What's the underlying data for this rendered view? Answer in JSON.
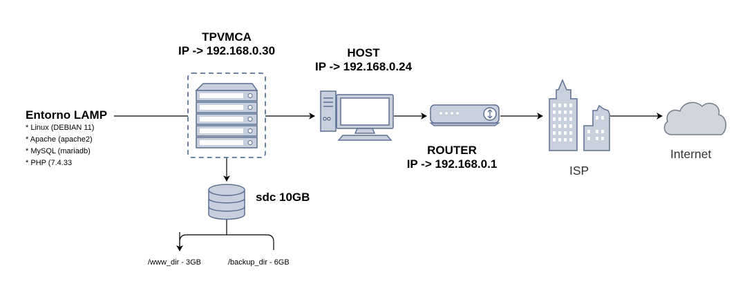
{
  "diagram": {
    "lamp": {
      "title": "Entorno LAMP",
      "items": [
        "* Linux (DEBIAN 11)",
        "* Apache (apache2)",
        "* MySQL (mariadb)",
        "* PHP (7.4.33"
      ]
    },
    "tpvmca": {
      "name": "TPVMCA",
      "ip": "IP -> 192.168.0.30"
    },
    "host": {
      "name": "HOST",
      "ip": "IP -> 192.168.0.24"
    },
    "router": {
      "name": "ROUTER",
      "ip": "IP -> 192.168.0.1"
    },
    "isp": {
      "label": "ISP"
    },
    "internet": {
      "label": "Internet"
    },
    "disk": {
      "label": "sdc 10GB",
      "partitions": [
        "/www_dir - 3GB",
        "/backup_dir - 6GB"
      ]
    },
    "colors": {
      "icon_fill": "#c8d0de",
      "icon_stroke": "#5b6f92",
      "dashed_border": "#6b84a8",
      "cloud_fill": "#d2d6dc",
      "cloud_stroke": "#6f7b8a"
    }
  }
}
